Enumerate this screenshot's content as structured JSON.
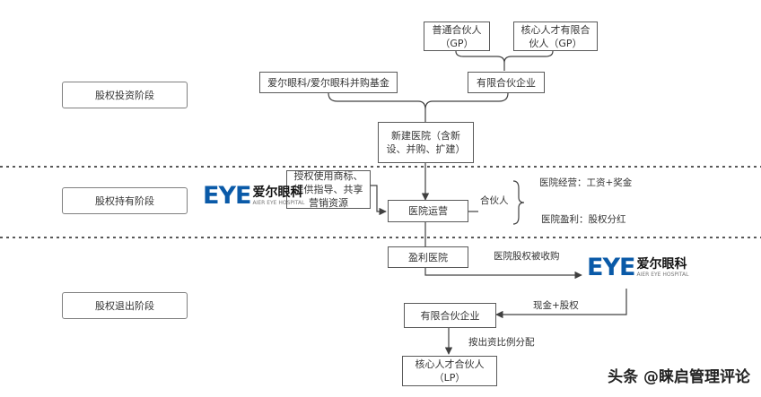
{
  "stages": {
    "invest": "股权投资阶段",
    "hold": "股权持有阶段",
    "exit": "股权退出阶段"
  },
  "boxes": {
    "general_partner": "普通合伙人\n（GP）",
    "core_talent_gp": "核心人才有限合\n伙人（GP）",
    "aier_fund": "爱尔眼科/爱尔眼科并购基金",
    "limited_partnership": "有限合伙企业",
    "new_hospital": "新建医院（含新\n设、并购、扩建）",
    "authorization": "授权使用商标、\n提供指导、共享\n营销资源",
    "hospital_operation": "医院运营",
    "profitable_hospital": "盈利医院",
    "exit_partnership": "有限合伙企业",
    "core_talent_lp": "核心人才合伙人\n（LP）"
  },
  "labels": {
    "partners": "合伙人",
    "hospital_management": "医院经营：工资+奖金",
    "hospital_profit": "医院盈利：股权分红",
    "acquired": "医院股权被收购",
    "cash_equity": "现金+股权",
    "distribution": "按出资比例分配"
  },
  "logo": {
    "mark": "EYE",
    "name": "爱尔眼科",
    "tagline": "AIER EYE HOSPITAL"
  },
  "watermark": "头条 @睐启管理评论",
  "colors": {
    "line": "#404040",
    "dotted": "#595959",
    "brand_blue": "#0a5aa8"
  }
}
